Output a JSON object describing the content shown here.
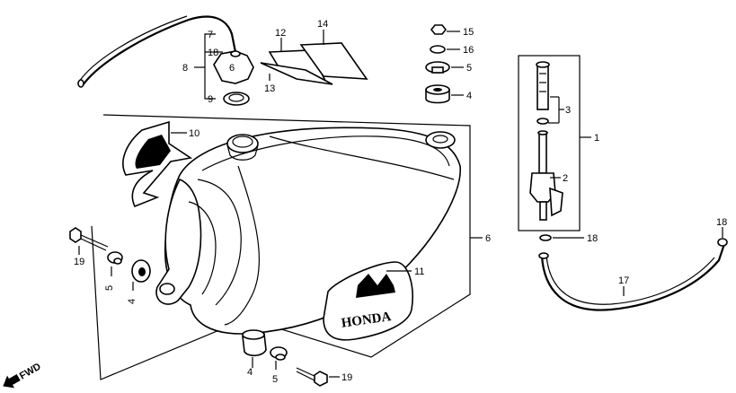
{
  "labels": {
    "l1": "1",
    "l2": "2",
    "l3": "3",
    "l4a": "4",
    "l4b": "4",
    "l4c": "4",
    "l5a": "5",
    "l5b": "5",
    "l5c": "5",
    "l6a": "6",
    "l6b": "6",
    "l7": "7",
    "l8": "8",
    "l9": "9",
    "l10": "10",
    "l11": "11",
    "l12": "12",
    "l13": "13",
    "l14": "14",
    "l15": "15",
    "l16": "16",
    "l17": "17",
    "l18a": "18",
    "l18b": "18",
    "l18c": "18",
    "l19a": "19",
    "l19b": "19"
  },
  "emblem_text": "HONDA",
  "fwd_text": "FWD"
}
